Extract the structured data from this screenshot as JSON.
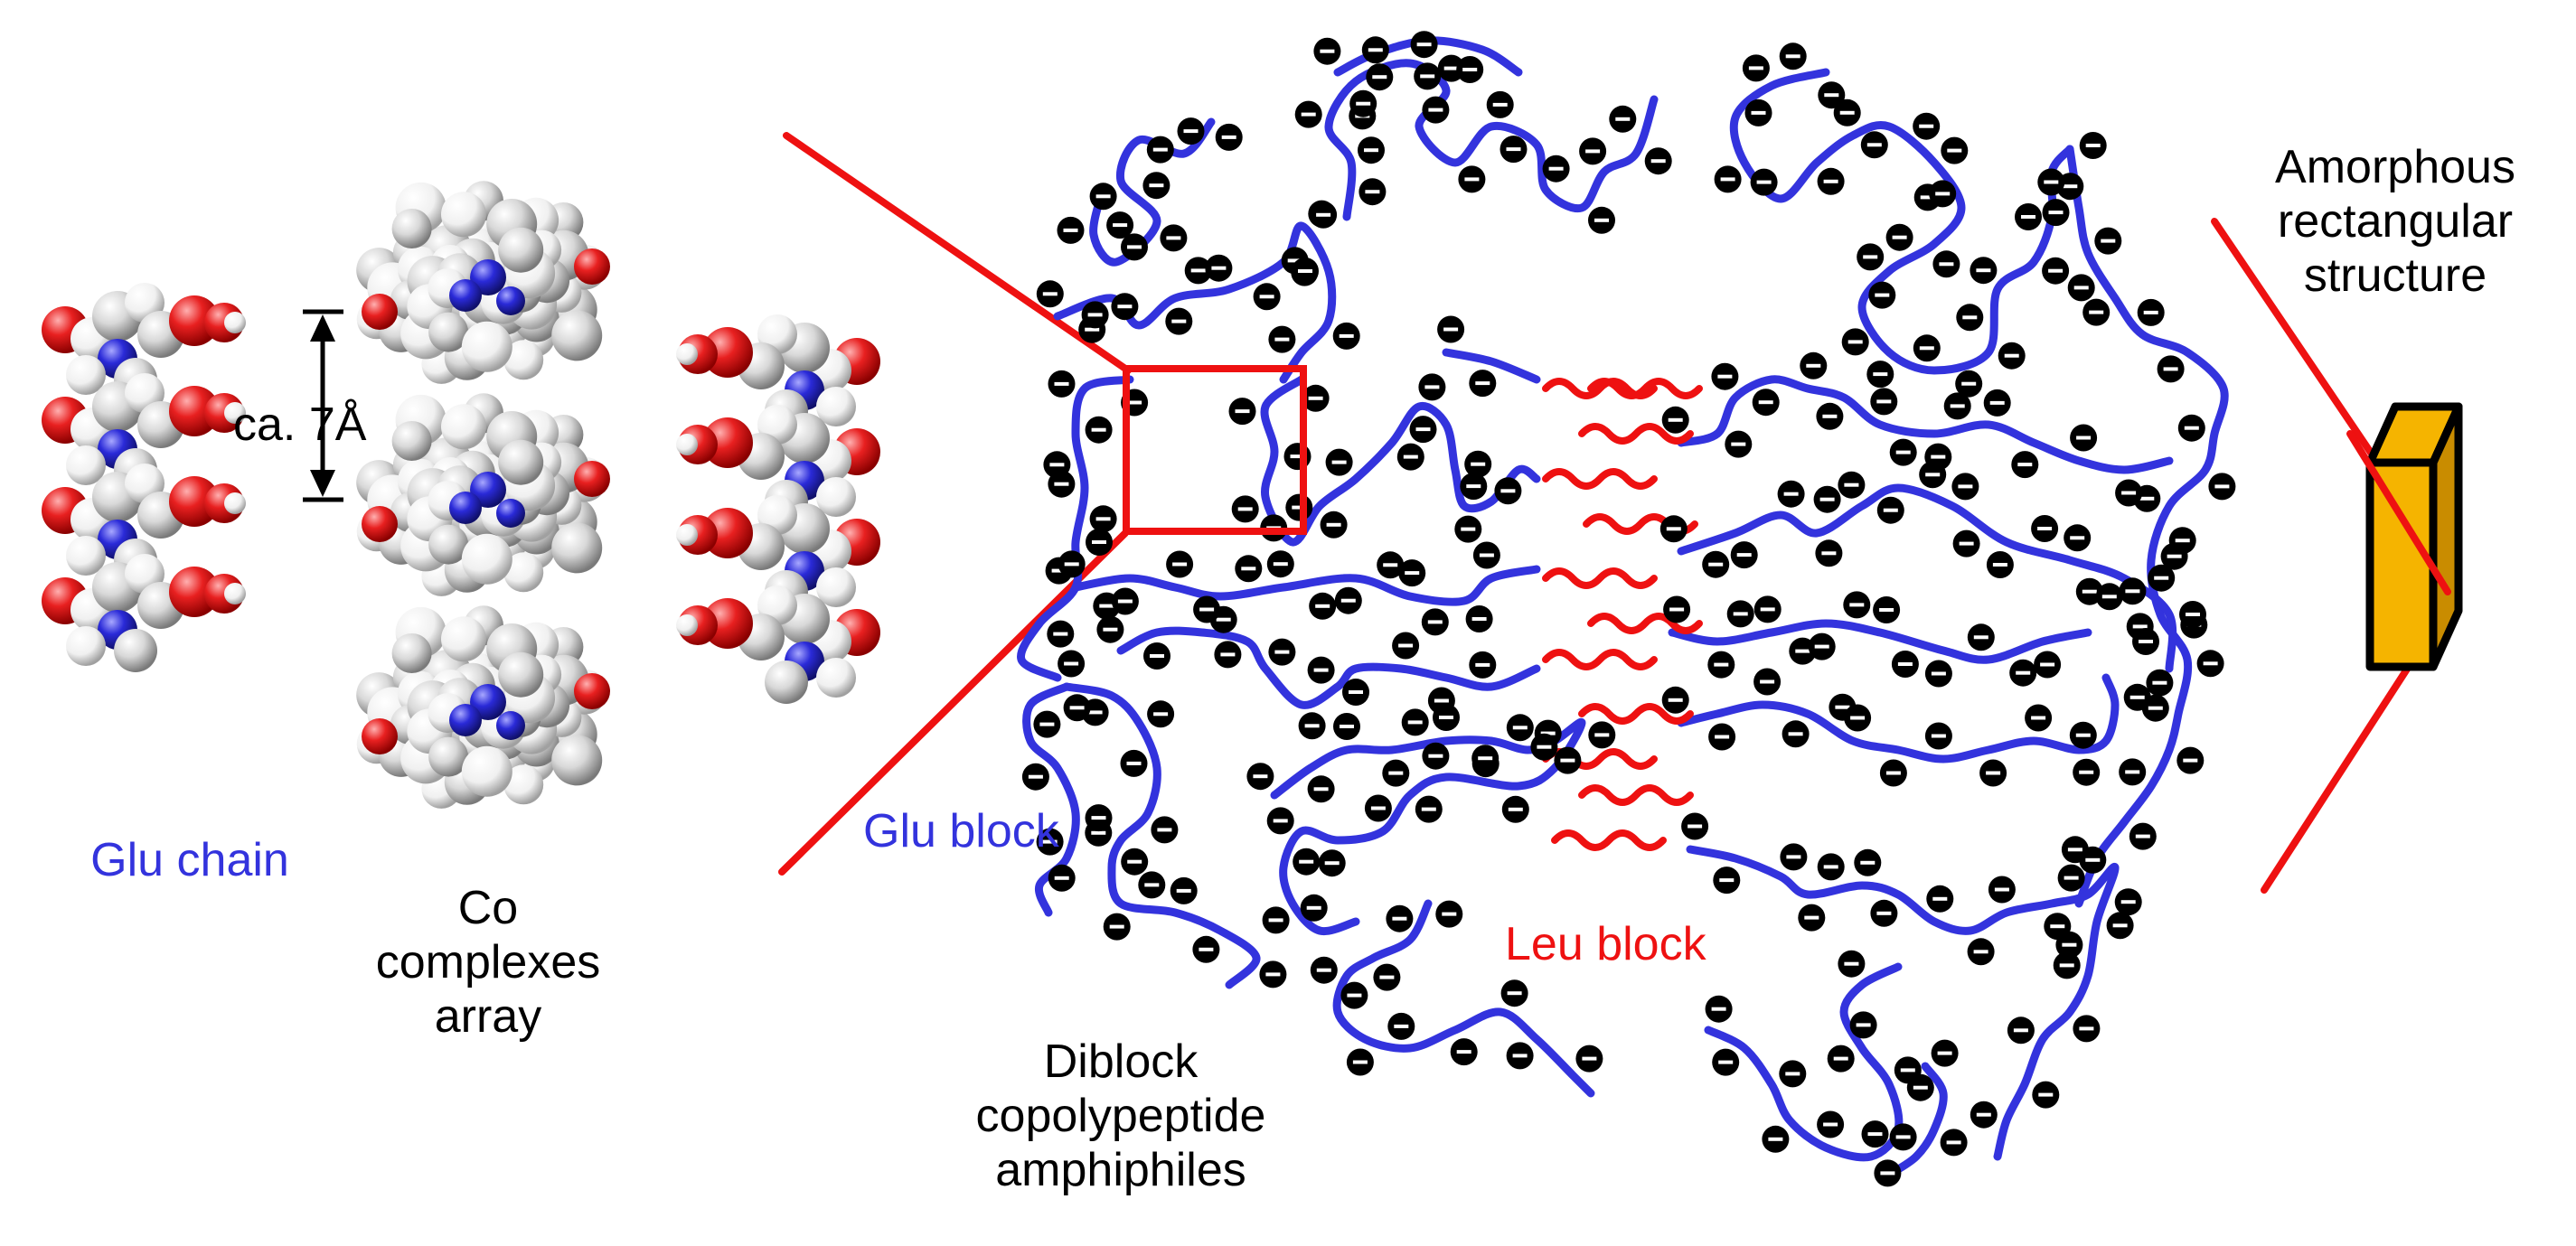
{
  "labels": {
    "glu_chain": "Glu chain",
    "co_complexes": "Co\ncomplexes\narray",
    "spacing": "ca. 7Å",
    "glu_block": "Glu block",
    "leu_block": "Leu block",
    "diblock": "Diblock\ncopolypeptide\namphiphiles",
    "amorphous": "Amorphous\nrectangular\nstructure"
  },
  "charge_symbol": "⊖",
  "colors": {
    "glu": "#3333dd",
    "leu": "#ee1111",
    "zoom": "#ee1111",
    "oxygen": "#e41f1f",
    "nitrogen": "#2a2ad8",
    "carbon": "#d6d6d6",
    "cobalt_block": "#f5b400",
    "text": "#000000"
  }
}
